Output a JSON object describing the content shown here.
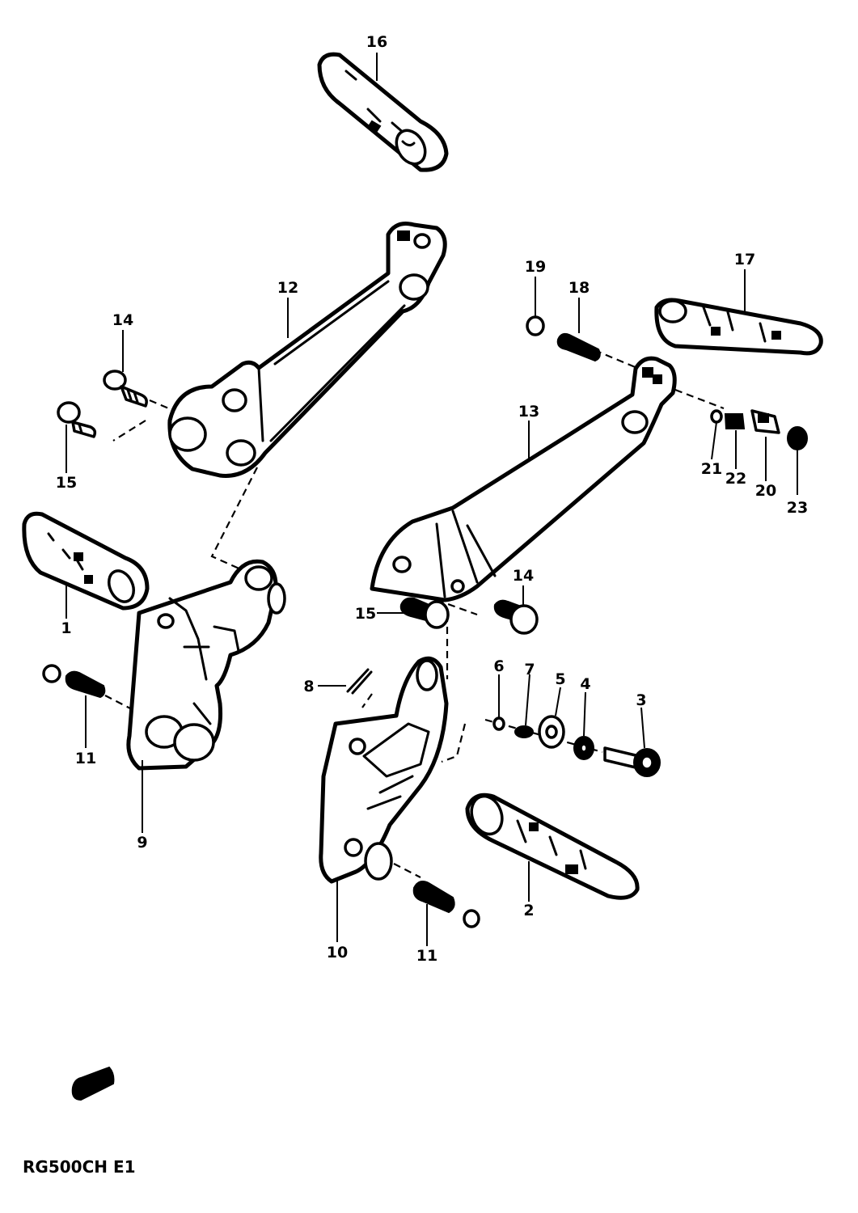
{
  "diagram": {
    "model_code": "RG500CH E1",
    "callouts": [
      "1",
      "2",
      "3",
      "4",
      "5",
      "6",
      "7",
      "8",
      "9",
      "10",
      "11",
      "11",
      "12",
      "13",
      "14",
      "14",
      "15",
      "15",
      "16",
      "17",
      "18",
      "19",
      "20",
      "21",
      "22",
      "23"
    ]
  }
}
